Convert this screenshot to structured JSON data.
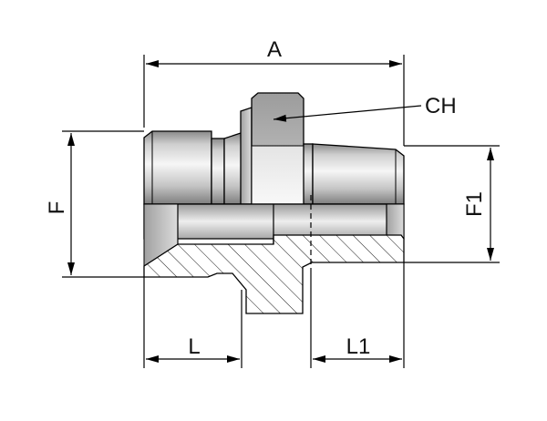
{
  "labels": {
    "A": "A",
    "CH": "CH",
    "F": "F",
    "F1": "F1",
    "L": "L",
    "L1": "L1"
  },
  "colors": {
    "line": "#000000",
    "section_fill": "#ffffff",
    "hatch": "#000000",
    "steel_dark": "#8e8e8e",
    "steel_light": "#f2f2f2"
  }
}
